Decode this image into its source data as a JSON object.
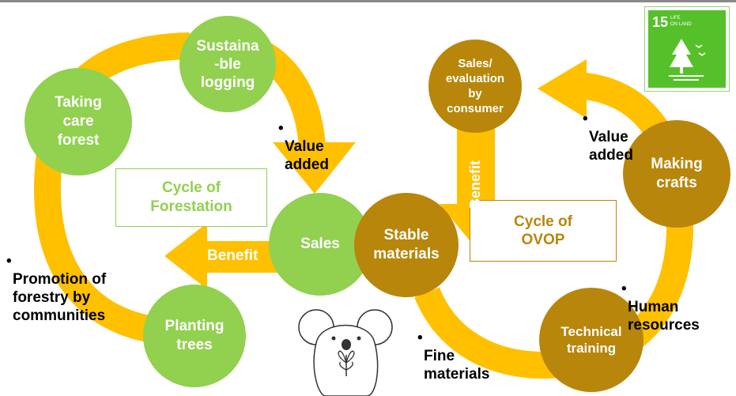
{
  "colors": {
    "green": "#92d050",
    "brown": "#b8860b",
    "arrow": "#ffc000",
    "sdg": "#56c02b"
  },
  "forestation": {
    "title": "Cycle of\nForestation",
    "nodes": {
      "logging": "Sustaina\n-ble\nlogging",
      "forest": "Taking\ncare\nforest",
      "sales": "Sales",
      "planting": "Planting\ntrees"
    },
    "value_added": "Value\nadded",
    "promotion": "Promotion of\nforestry by\ncommunities",
    "benefit": "Benefit"
  },
  "ovop": {
    "title": "Cycle of\nOVOP",
    "nodes": {
      "consumer": "Sales/\nevaluation\nby\nconsumer",
      "crafts": "Making\ncrafts",
      "materials": "Stable\nmaterials",
      "training": "Technical\ntraining"
    },
    "value_added": "Value\nadded",
    "human": "Human\nresources",
    "fine": "Fine\nmaterials",
    "benefit": "Benefit"
  },
  "sdg": {
    "number": "15",
    "caption": "LIFE\nON LAND",
    "icon": "tree-icon"
  },
  "bullet": "•"
}
